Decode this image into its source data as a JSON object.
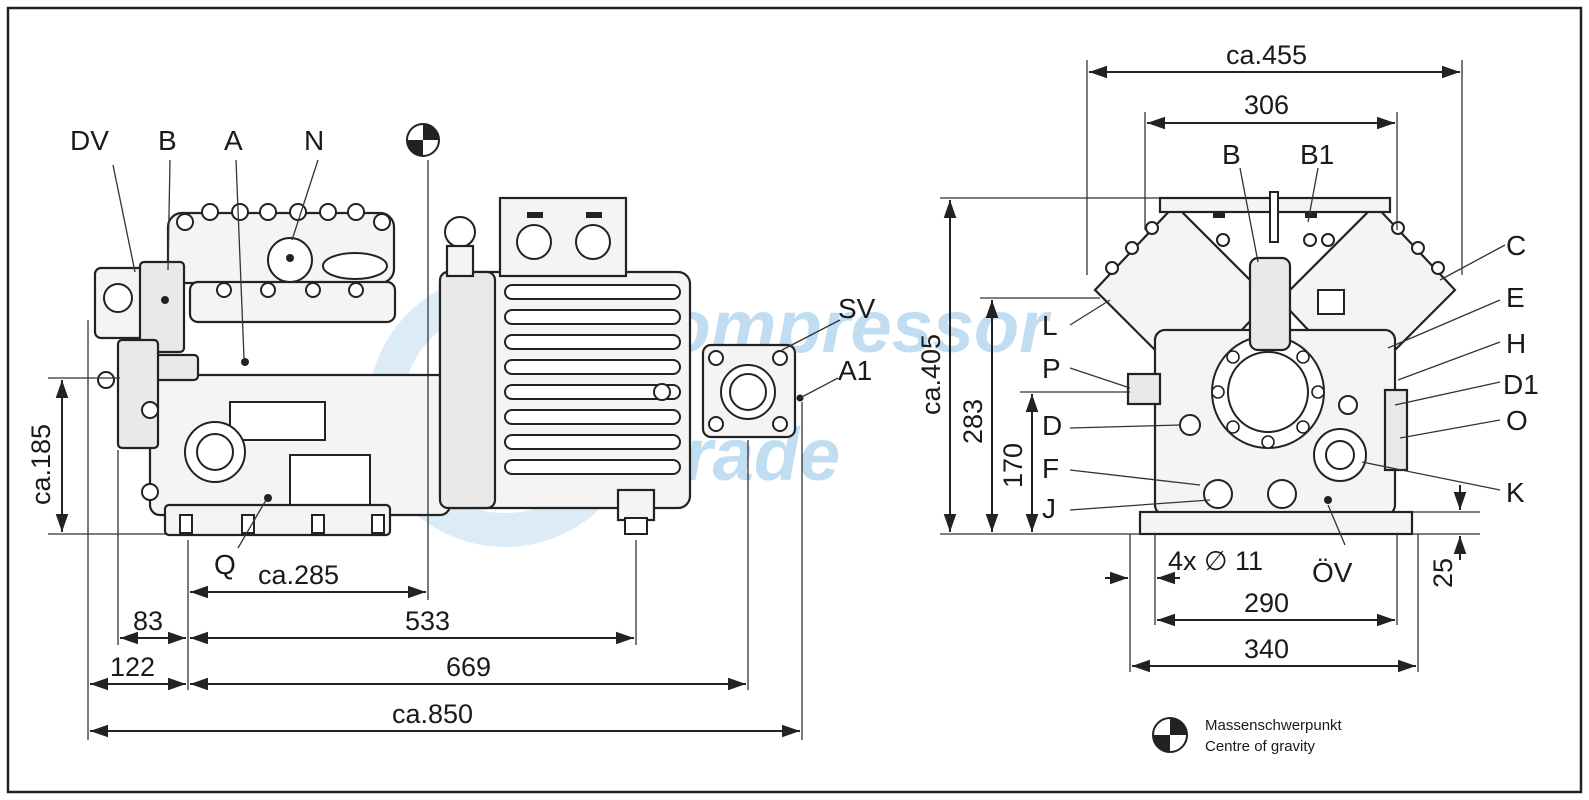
{
  "side_view": {
    "labels": {
      "dv": "DV",
      "b": "B",
      "a": "A",
      "n": "N",
      "sv": "SV",
      "a1": "A1",
      "q": "Q"
    },
    "dimensions": {
      "height": "ca.185",
      "cog": "ca.285",
      "d83": "83",
      "d533": "533",
      "d122": "122",
      "d669": "669",
      "total": "ca.850"
    }
  },
  "front_view": {
    "labels": {
      "b": "B",
      "b1": "B1",
      "c": "C",
      "e": "E",
      "h": "H",
      "d1": "D1",
      "o": "O",
      "k": "K",
      "l": "L",
      "p": "P",
      "d": "D",
      "f": "F",
      "j": "J",
      "ov": "ÖV"
    },
    "dimensions": {
      "width": "ca.455",
      "w306": "306",
      "height": "ca.405",
      "h283": "283",
      "h170": "170",
      "holes": "4x ∅ 11",
      "w290": "290",
      "w340": "340",
      "h25": "25"
    }
  },
  "legend": {
    "line1": "Massenschwerpunkt",
    "line2": "Centre of gravity"
  },
  "watermark": {
    "line1": "Compressor",
    "line2": "Trade"
  }
}
